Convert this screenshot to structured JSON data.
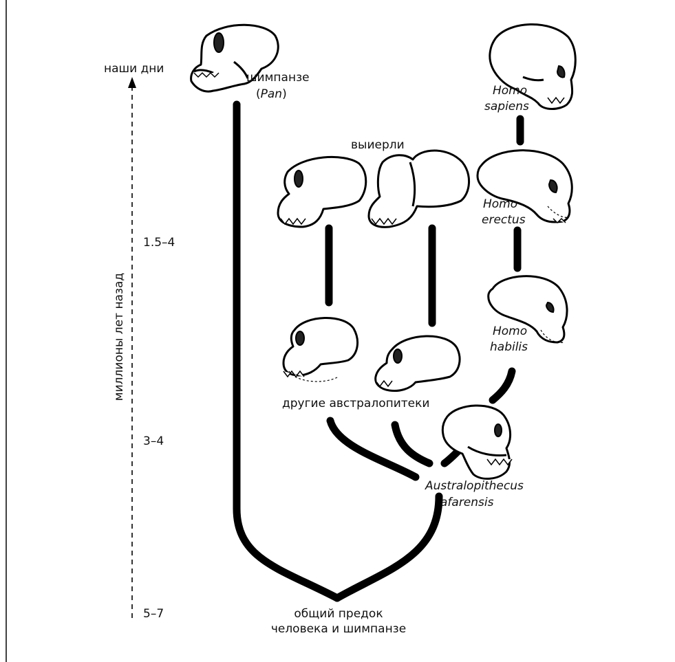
{
  "axis": {
    "top_label": "наши дни",
    "title": "миллионы лет назад",
    "ticks": [
      "1.5–4",
      "3–4",
      "5–7"
    ]
  },
  "labels": {
    "chimp": "шимпанзе",
    "chimp_genus": "Pan",
    "robust": "выиерли",
    "other_austr": "другие австралопитеки",
    "afarensis_1": "Australopithecus",
    "afarensis_2": "afarensis",
    "sapiens_1": "Homo",
    "sapiens_2": "sapiens",
    "erectus_1": "Homo",
    "erectus_2": "erectus",
    "habilis_1": "Homo",
    "habilis_2": "habilis",
    "ancestor_1": "общий предок",
    "ancestor_2": "человека и шимпанзе"
  }
}
